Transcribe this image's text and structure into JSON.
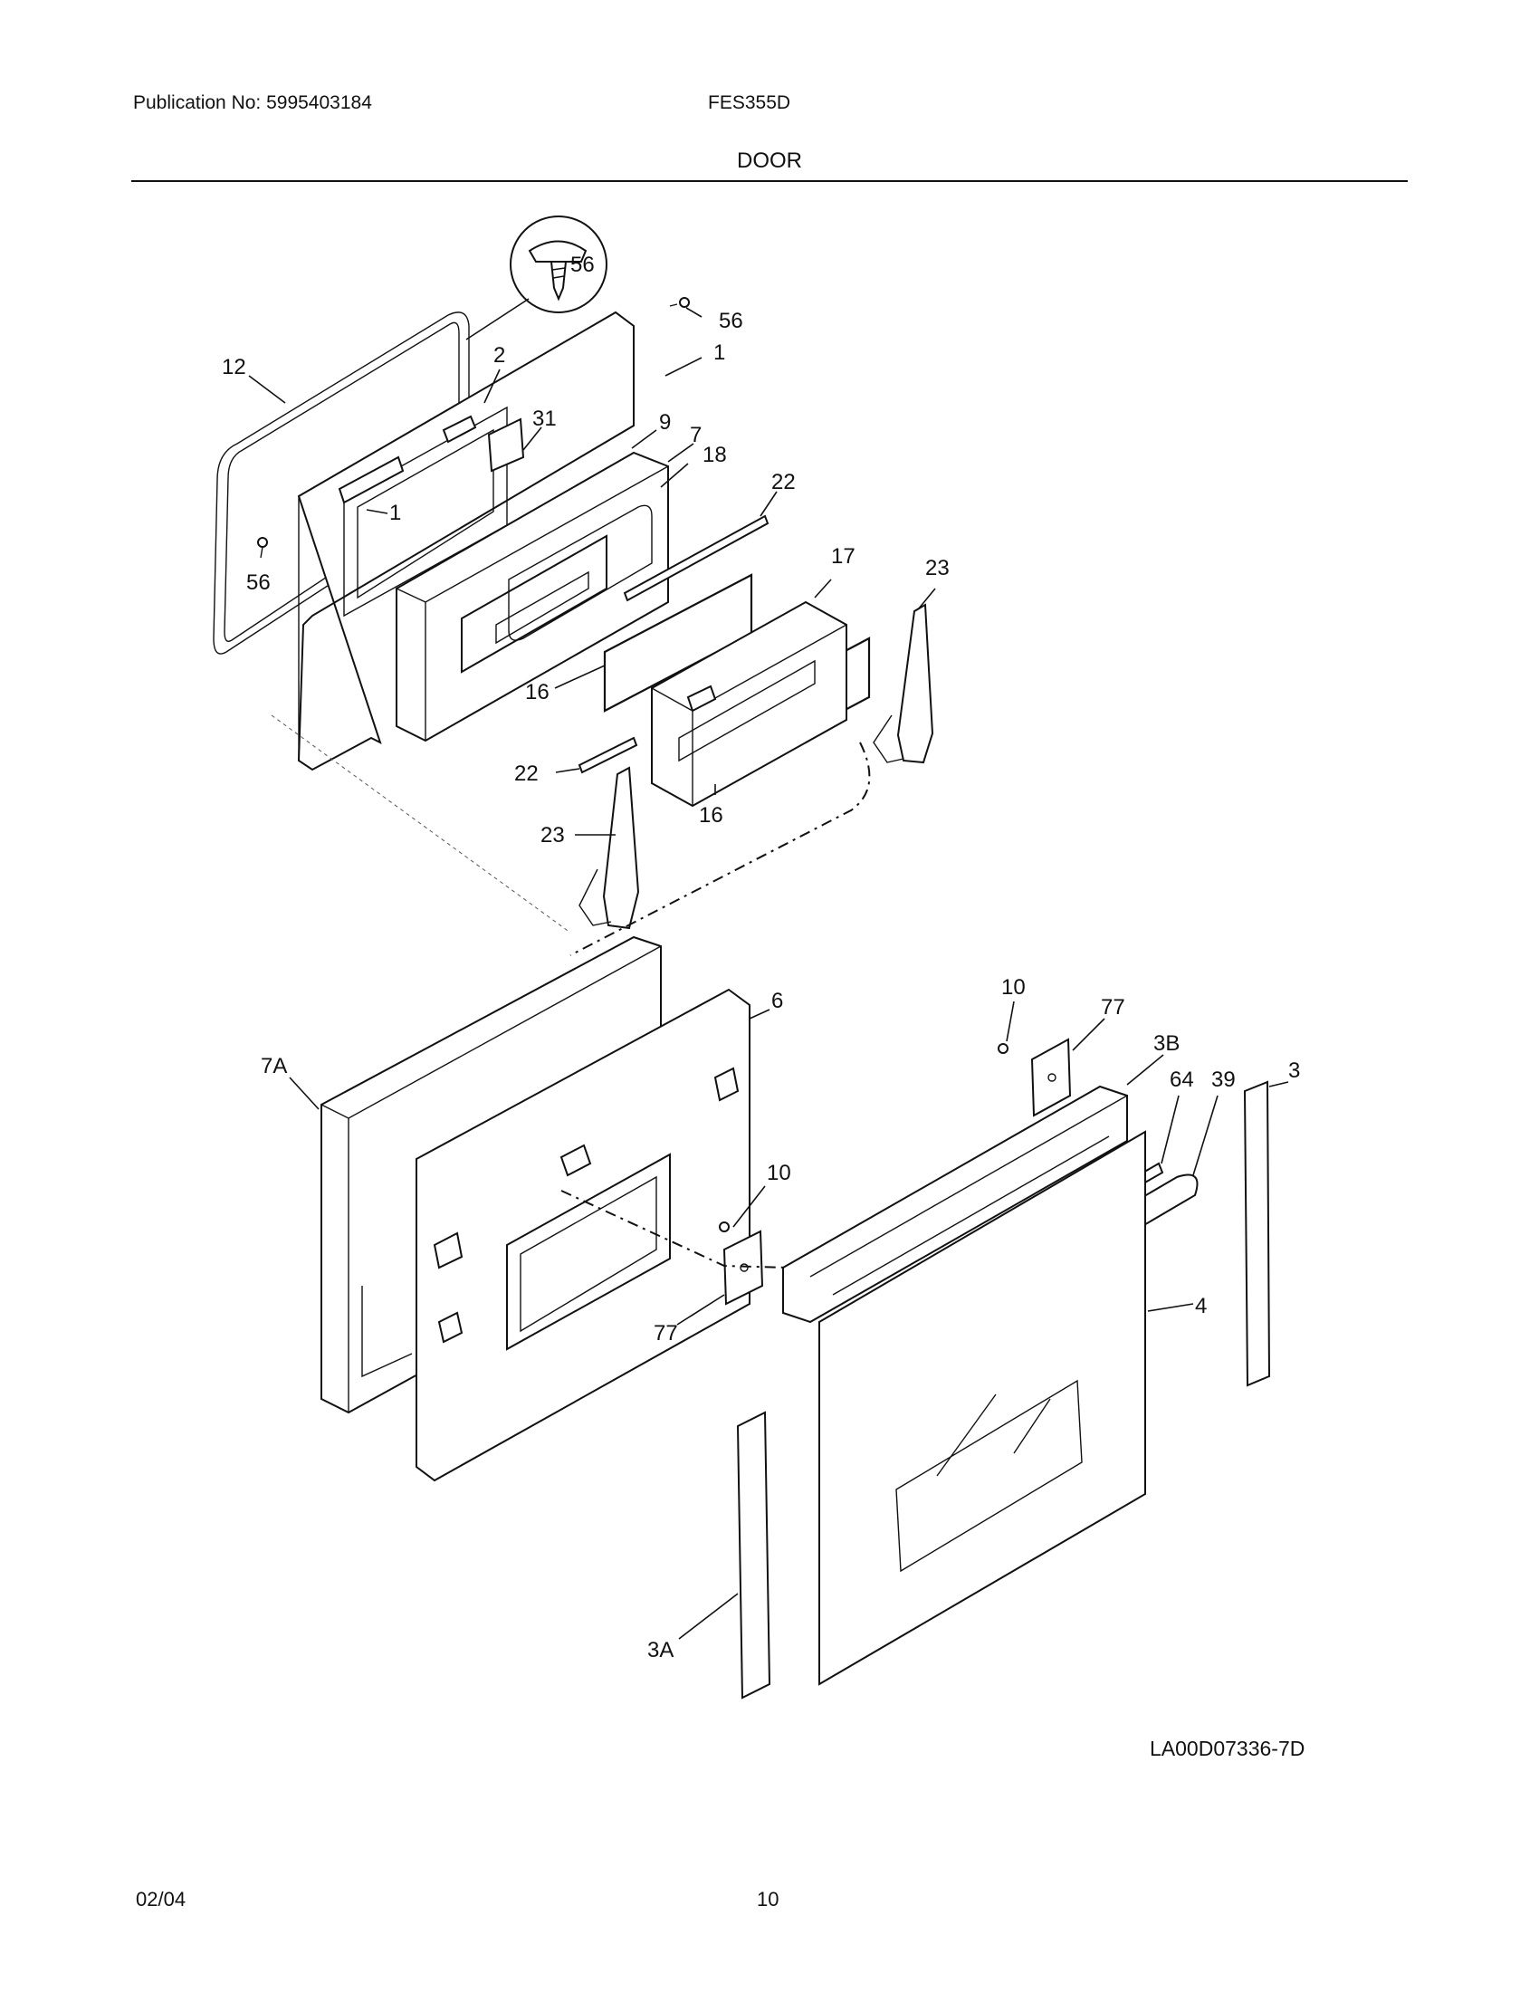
{
  "header": {
    "publication": "Publication No: 5995403184",
    "model": "FES355D",
    "section_title": "DOOR"
  },
  "callouts": {
    "c56_zoom": "56",
    "c56_top": "56",
    "c1_top": "1",
    "c12": "12",
    "c2": "2",
    "c31": "31",
    "c9": "9",
    "c7": "7",
    "c18": "18",
    "c1_mid": "1",
    "c22_top": "22",
    "c17": "17",
    "c23_right": "23",
    "c56_left": "56",
    "c16_left": "16",
    "c22_low": "22",
    "c16_low": "16",
    "c23_low": "23",
    "c10_top": "10",
    "c77_top": "77",
    "c6": "6",
    "c7A": "7A",
    "c3B": "3B",
    "c64": "64",
    "c39": "39",
    "c3": "3",
    "c10_mid": "10",
    "c4": "4",
    "c77_low": "77",
    "c3A": "3A"
  },
  "footer": {
    "diagram_code": "LA00D07336-7D",
    "date": "02/04",
    "page_number": "10"
  }
}
